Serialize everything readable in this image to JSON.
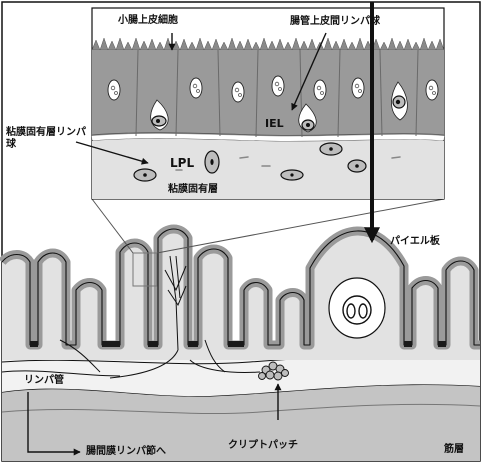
{
  "labels": {
    "epithelial_cell": "小腸上皮細胞",
    "iel_full": "腸管上皮間リンパ球",
    "iel_abbr": "IEL",
    "lamina_propria_lymphocyte": "粘膜固有層リンパ球",
    "lpl_abbr": "LPL",
    "lamina_propria": "粘膜固有層",
    "peyers_patch": "パイエル板",
    "lymph_vessel": "リンパ管",
    "cryptopatch": "クリプトパッチ",
    "muscle_layer": "筋層",
    "to_mesenteric_lymph_node": "腸間膜リンパ節へ"
  },
  "colors": {
    "stroke": "#111111",
    "epithelium": "#9a9a9a",
    "lamina_propria": "#e2e2e2",
    "crypt_dark": "#1a1a1a",
    "muscle": "#c4c4c4",
    "cell_fill": "#bdbdbd"
  }
}
